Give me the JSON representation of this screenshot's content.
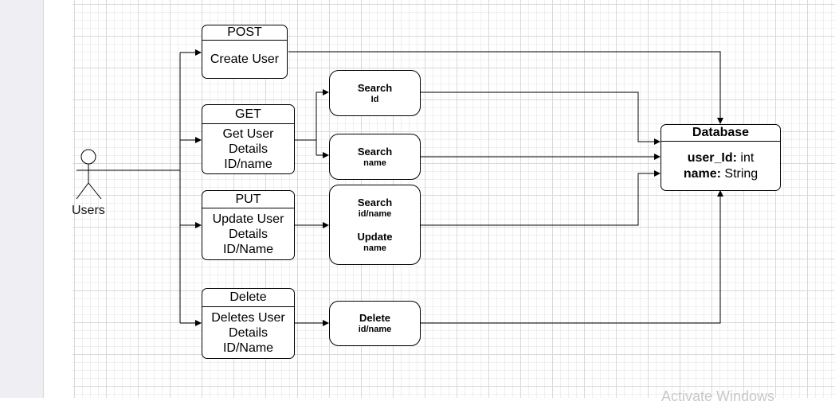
{
  "actor": {
    "label": "Users"
  },
  "http_methods": [
    {
      "header": "POST",
      "body_lines": [
        "Create User"
      ]
    },
    {
      "header": "GET",
      "body_lines": [
        "Get User",
        "Details",
        "ID/name"
      ]
    },
    {
      "header": "PUT",
      "body_lines": [
        "Update User",
        "Details",
        "ID/Name"
      ]
    },
    {
      "header": "Delete",
      "body_lines": [
        "Deletes User",
        "Details",
        "ID/Name"
      ]
    }
  ],
  "operations": {
    "search_id": {
      "title": "Search",
      "sub": "Id"
    },
    "search_name": {
      "title": "Search",
      "sub": "name"
    },
    "search_update": {
      "title1": "Search",
      "sub1": "id/name",
      "title2": "Update",
      "sub2": "name"
    },
    "delete": {
      "title": "Delete",
      "sub": "id/name"
    }
  },
  "database": {
    "title": "Database",
    "fields": [
      {
        "name": "user_Id:",
        "type": "int"
      },
      {
        "name": "name:",
        "type": "String"
      }
    ]
  },
  "watermark": "Activate Windows"
}
